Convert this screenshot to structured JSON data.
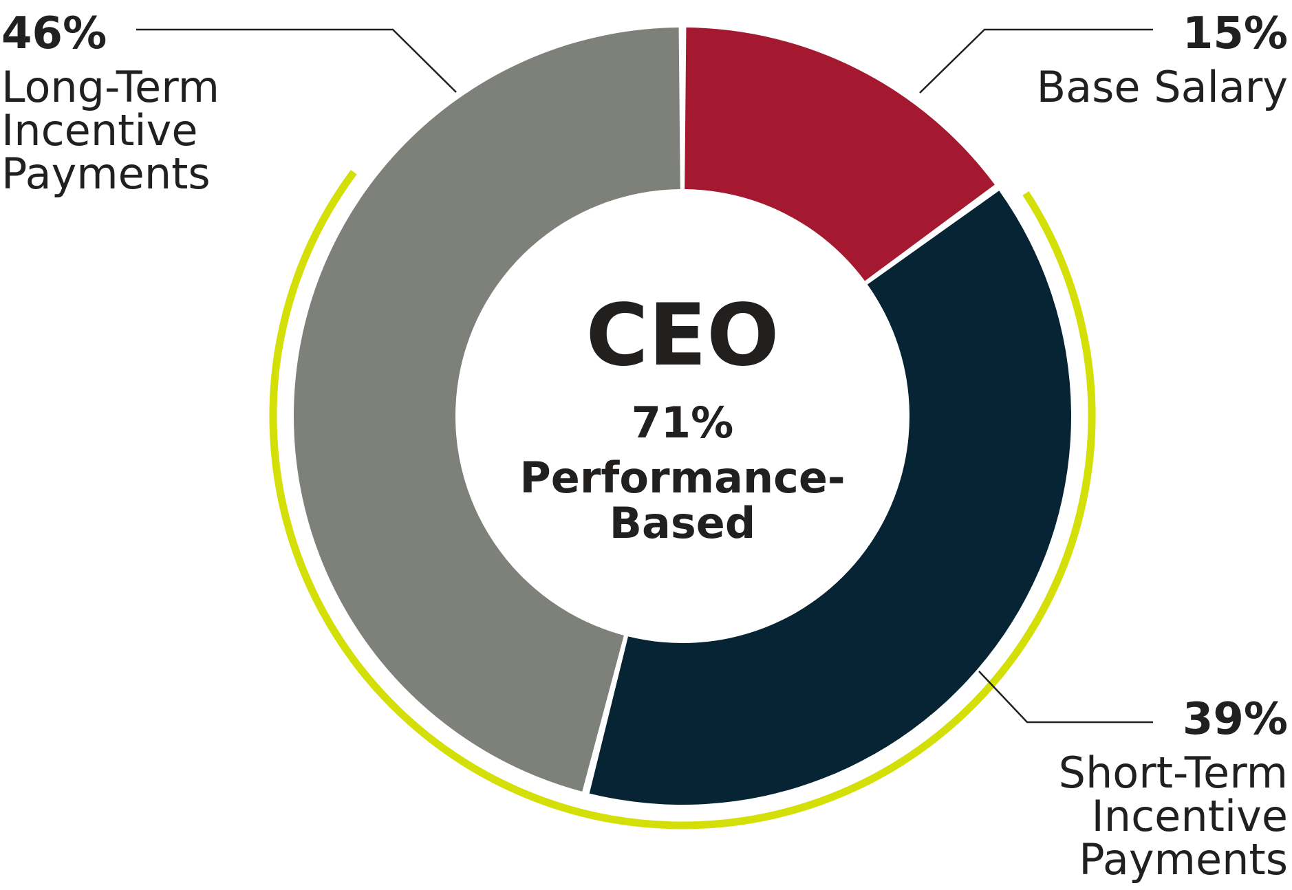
{
  "chart_data": {
    "type": "pie",
    "center": {
      "title": "CEO",
      "value": "71%",
      "label_lines": [
        "Performance-",
        "Based"
      ]
    },
    "slices": [
      {
        "label_lines": [
          "Base Salary"
        ],
        "value": 15,
        "value_label": "15%",
        "color": "#a41930"
      },
      {
        "label_lines": [
          "Short-Term",
          "Incentive",
          "Payments"
        ],
        "value": 39,
        "value_label": "39%",
        "color": "#062434"
      },
      {
        "label_lines": [
          "Long-Term",
          "Incentive",
          "Payments"
        ],
        "value": 46,
        "value_label": "46%",
        "color": "#7e817a"
      }
    ],
    "performance_arc": {
      "value": 71,
      "color": "#d4df08"
    }
  }
}
